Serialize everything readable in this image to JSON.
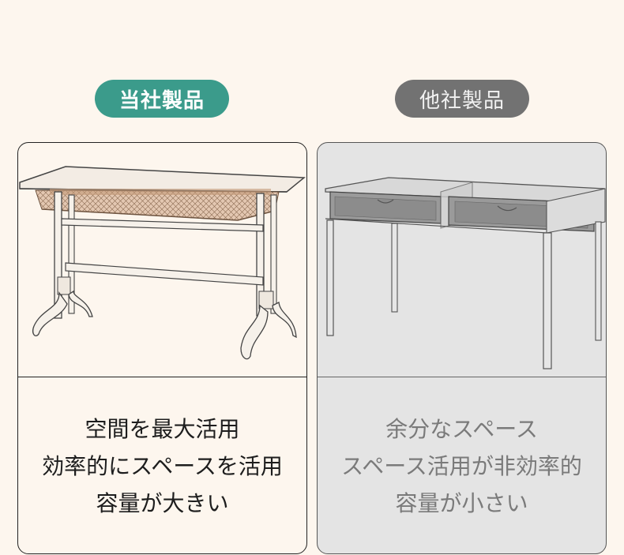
{
  "badges": {
    "ours": "当社製品",
    "others": "他社製品"
  },
  "ours": {
    "lines": [
      "空間を最大活用",
      "効率的にスペースを活用",
      "容量が大きい"
    ]
  },
  "others": {
    "lines": [
      "余分なスペース",
      "スペース活用が非効率的",
      "容量が小さい"
    ]
  },
  "colors": {
    "background": "#fdf6ee",
    "ours_badge": "#3b9b8b",
    "others_badge": "#727272",
    "others_panel": "#e4e4e4",
    "mesh_drawer": "#c39a78"
  }
}
